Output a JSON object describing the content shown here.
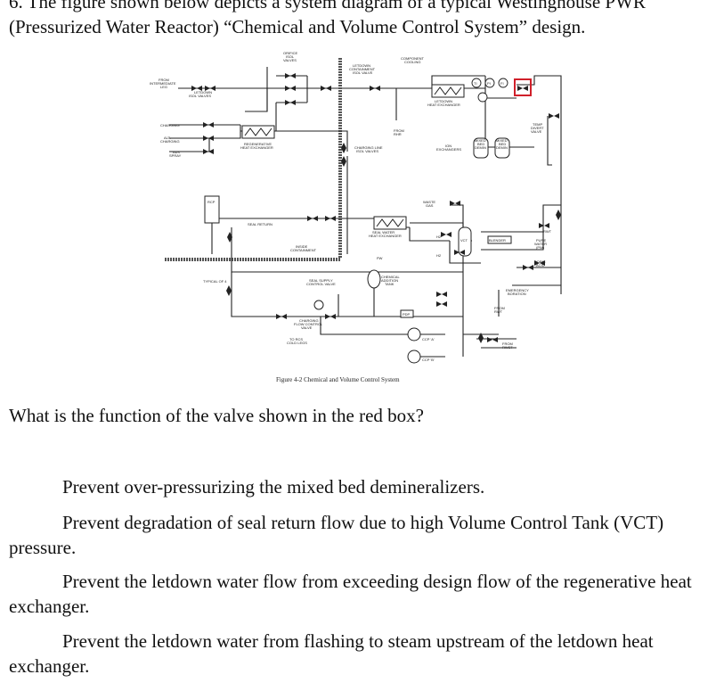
{
  "question": {
    "text": "6. The figure shown below depicts a system diagram of a typical Westinghouse PWR (Pressurized Water Reactor) “Chemical and Volume Control System” design.",
    "prompt": "What is the function of the valve shown in the red box?",
    "options": [
      "Prevent over-pressurizing the mixed bed demineralizers.",
      "Prevent degradation of seal return flow due to high Volume Control Tank (VCT) pressure.",
      "Prevent the letdown water flow from exceeding design flow of the regenerative heat exchanger.",
      "Prevent the letdown water from flashing to steam upstream of the letdown heat exchanger."
    ]
  },
  "figure": {
    "caption": "Figure 4-2 Chemical and Volume Control System",
    "labels": {
      "from_intermediate_leg": [
        "FROM",
        "INTERMEDIATE",
        "LEG"
      ],
      "letdown_isol_valves": [
        "LETDOWN",
        "ISOL VALVES"
      ],
      "orifice_isol_valves": [
        "ORIFICE",
        "ISOL",
        "VALVES"
      ],
      "letdown_containment_isol_valve": [
        "LETDOWN",
        "CONTAINMENT",
        "ISOL VALVE"
      ],
      "component_cooling": [
        "COMPONENT",
        "COOLING"
      ],
      "letdown_heat_exchanger": [
        "LETDOWN",
        "HEAT EXCHANGER"
      ],
      "charging": "CHARGING",
      "alt_charging": [
        "ALT.",
        "CHARGING"
      ],
      "aux_spray": [
        "AUX",
        "SPRAY"
      ],
      "regenerative_heat_exchanger": [
        "REGENERATIVE",
        "HEAT EXCHANGER"
      ],
      "from_rhr": [
        "FROM",
        "RHR"
      ],
      "charging_line_isol_valves": [
        "CHARGING LINE",
        "ISOL VALVES"
      ],
      "ion_exchangers": [
        "ION",
        "EXCHANGERS"
      ],
      "mixed_bed_demin_1": [
        "MIXED",
        "BED",
        "DEMIN"
      ],
      "mixed_bed_demin_2": [
        "MIXED",
        "BED",
        "DEMIN"
      ],
      "temp_divert_valve": [
        "TEMP",
        "DIVERT",
        "VALVE"
      ],
      "rcp": "RCP",
      "seal_return": "SEAL RETURN",
      "seal_water_heat_exchanger": [
        "SEAL WATER",
        "HEAT EXCHANGER"
      ],
      "waste_gas": [
        "WASTE",
        "GAS"
      ],
      "rwt": "RWT",
      "vct": "VCT",
      "blender": "BLENDER",
      "pure_water": [
        "PURE",
        "WATER",
        "(PW)"
      ],
      "boric_acid": [
        "BORIC",
        "ACID"
      ],
      "inside_containment": [
        "INSIDE",
        "CONTAINMENT"
      ],
      "typical_of_4": "TYPICAL OF 4",
      "seal_supply_control_valve": [
        "SEAL SUPPLY",
        "CONTROL VALVE"
      ],
      "chemical_addition_tank": [
        "CHEMICAL",
        "ADDITION",
        "TANK"
      ],
      "emergency_boration": [
        "EMERGENCY",
        "BORATION"
      ],
      "charging_flow_control_valve": [
        "CHARGING",
        "FLOW CONTROL",
        "VALVE"
      ],
      "to_rcs_cold_legs": [
        "TO RCS",
        "COLD LEGS"
      ],
      "from_rwt_1": [
        "FROM",
        "RWT"
      ],
      "from_rwt_2": [
        "FROM",
        "RWST"
      ],
      "ccp_a": "CCP 'A'",
      "ccp_b": "CCP 'B'",
      "pdp": "PDP",
      "h2_1": "H2",
      "h2_2": "H2",
      "pw": "PW",
      "t_badge": "TI",
      "p_badge": "PI",
      "f_badge": "FI"
    },
    "highlight_color": "#d0202a"
  }
}
